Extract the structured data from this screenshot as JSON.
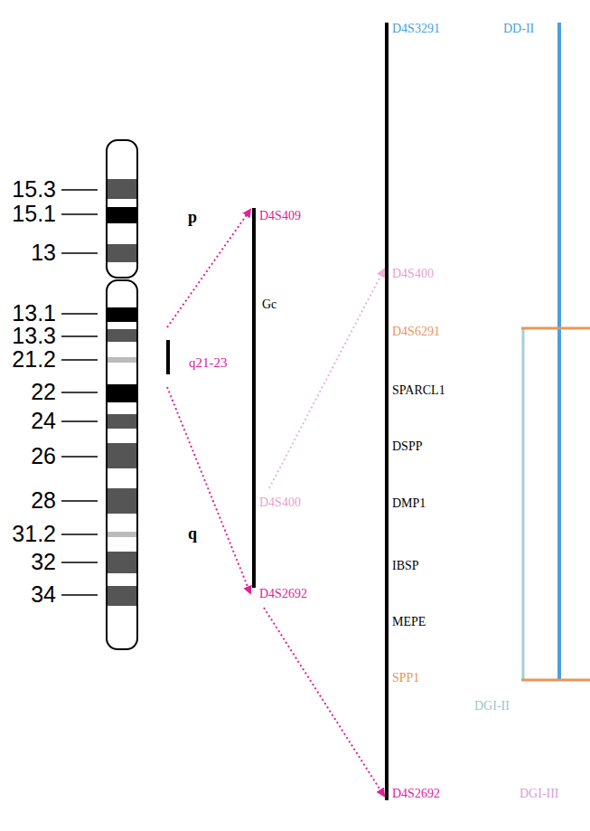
{
  "diagram": {
    "labels": [
      "15.3",
      "15.1",
      "13",
      "13.1",
      "13.3",
      "21.2",
      "22",
      "24",
      "26",
      "28",
      "31.2",
      "32",
      "34",
      "p",
      "q",
      "q21-23",
      "D4S409",
      "Gc",
      "D4S400",
      "D4S2692",
      "D4S3291",
      "DD-II",
      "D4S400",
      "D4S6291",
      "SPARCL1",
      "DSPP",
      "DMP1",
      "IBSP",
      "MEPE",
      "SPP1",
      "DGI-II",
      "D4S2692",
      "DGI-III"
    ]
  }
}
